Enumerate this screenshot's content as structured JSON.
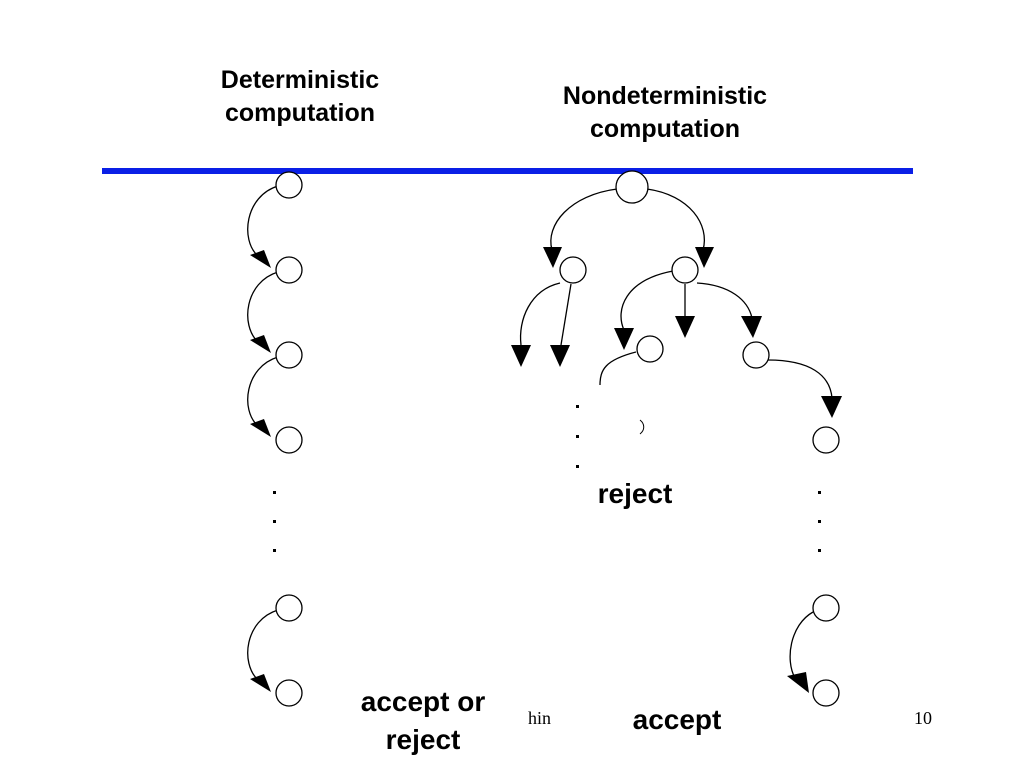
{
  "titles": {
    "deterministic": "Deterministic\ncomputation",
    "nondeterministic": "Nondeterministic\ncomputation"
  },
  "labels": {
    "accept_or_reject": "accept or\nreject",
    "reject": "reject",
    "accept": "accept"
  },
  "footer": {
    "left_fragment": "hin",
    "page_number": "10"
  },
  "colors": {
    "rule": "#0a1fe6",
    "ink": "#000000",
    "node_fill": "#ffffff"
  }
}
